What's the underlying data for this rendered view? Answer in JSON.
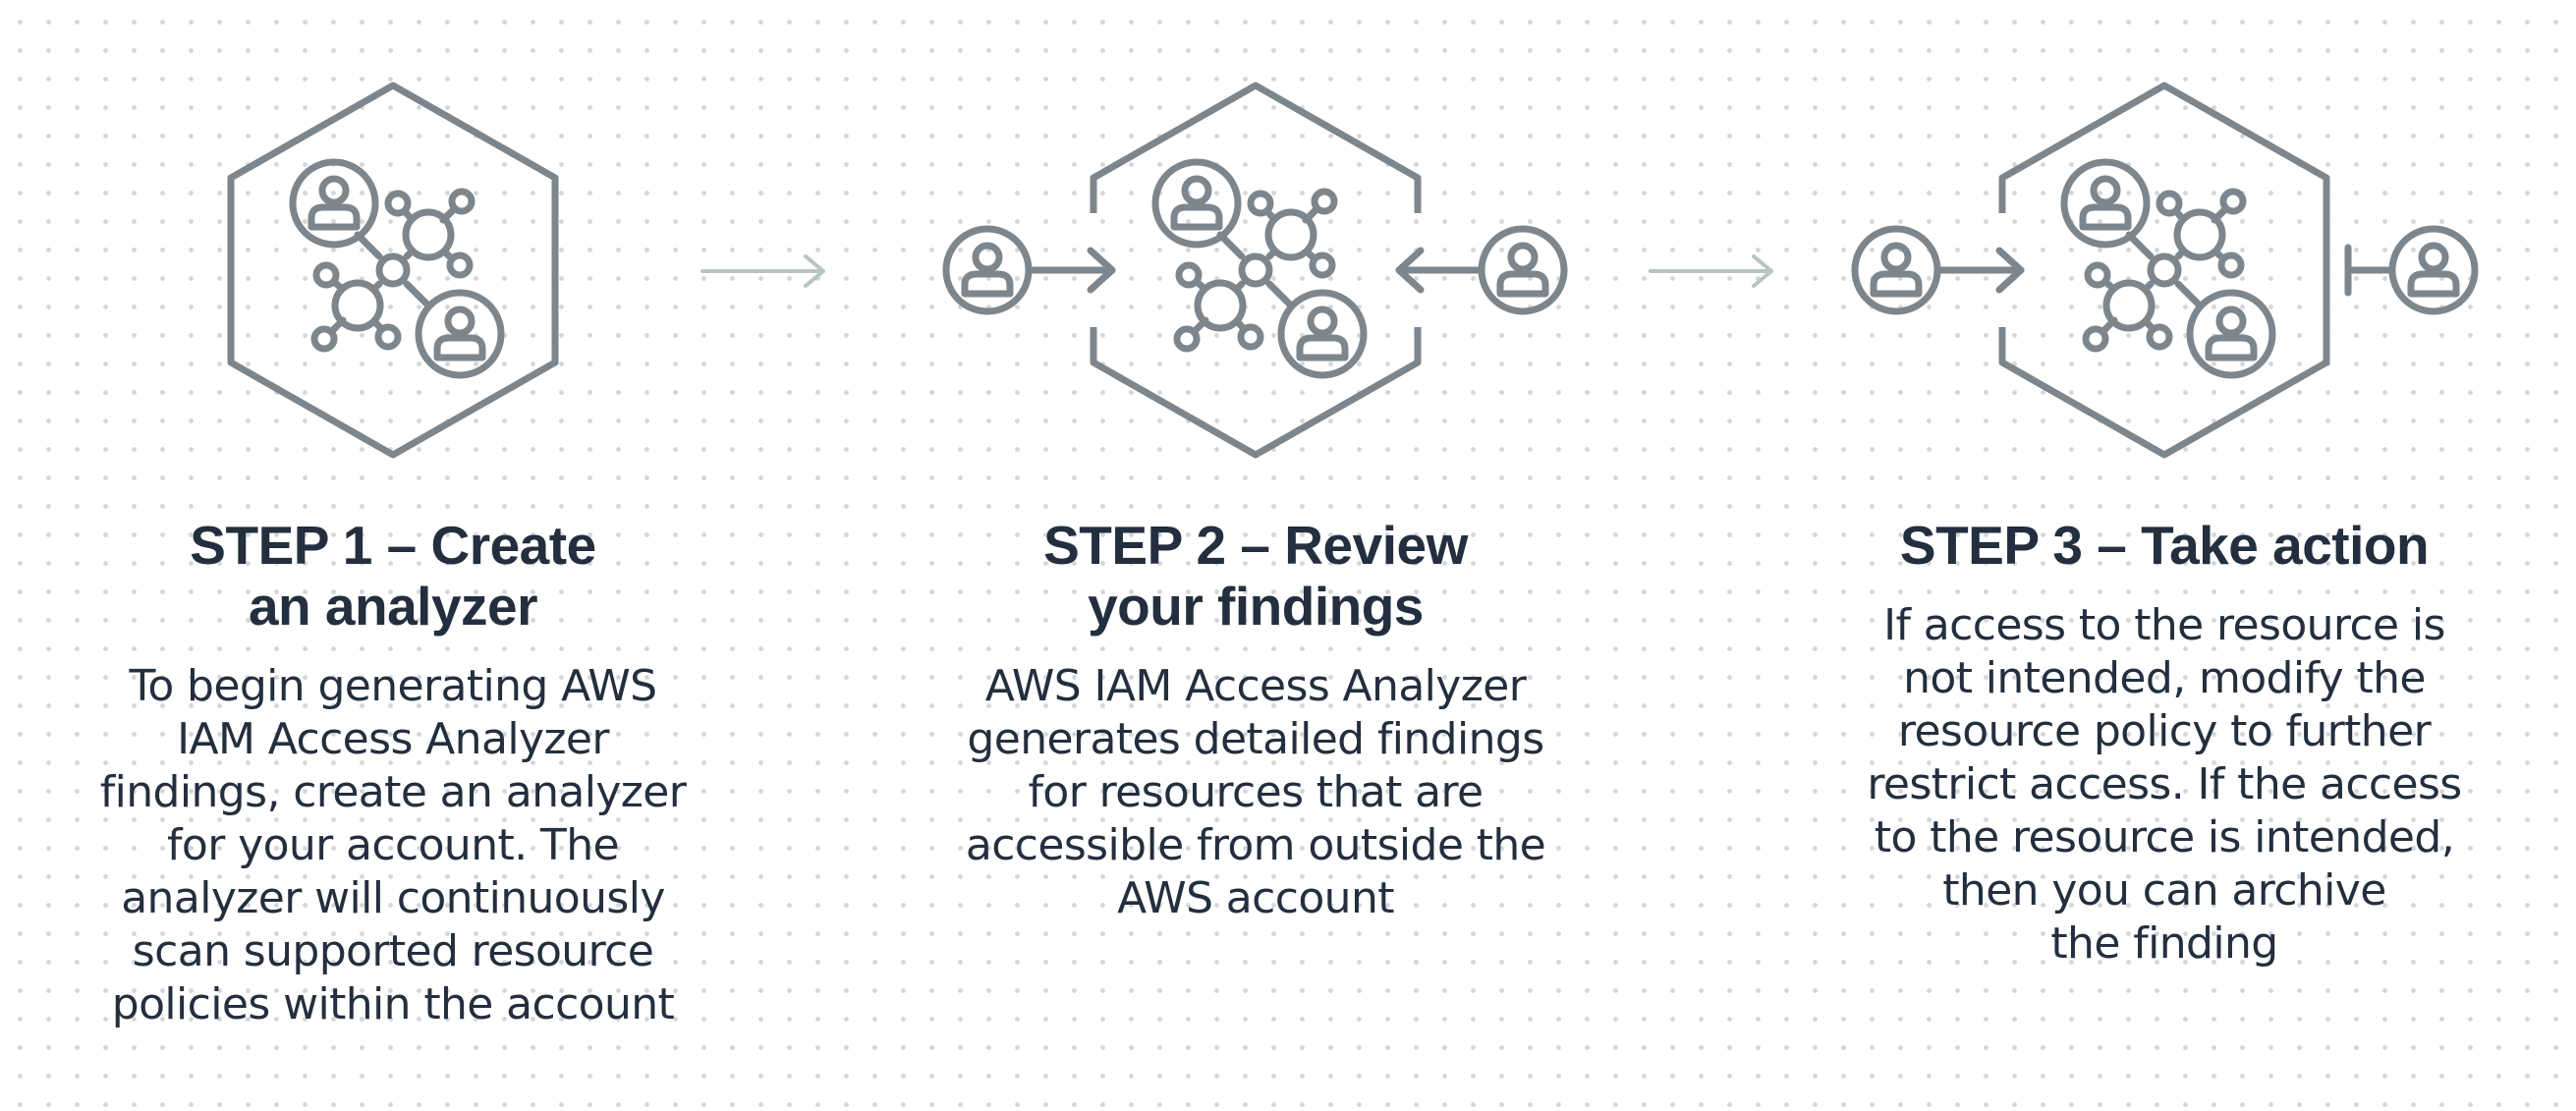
{
  "colors": {
    "icon_stroke": "#7d868c",
    "arrow_light": "#b8c4c4",
    "text": "#232f3e",
    "dots": "#d3d7db"
  },
  "steps": [
    {
      "title": [
        "STEP 1 – Create",
        "an analyzer"
      ],
      "body": [
        "To begin generating AWS",
        "IAM Access Analyzer",
        "findings, create an analyzer",
        "for your account. The",
        "analyzer will continuously",
        "scan supported resource",
        "policies within the account"
      ]
    },
    {
      "title": [
        "STEP 2 – Review",
        "your findings"
      ],
      "body": [
        "AWS IAM Access Analyzer",
        "generates detailed findings",
        "for resources that are",
        "accessible from outside the",
        "AWS account"
      ]
    },
    {
      "title": [
        "STEP 3 – Take action"
      ],
      "body": [
        "If access to the resource is",
        "not intended, modify the",
        "resource policy to further",
        "restrict access. If the access",
        "to the resource is intended,",
        "then you can archive",
        "the finding"
      ]
    }
  ]
}
